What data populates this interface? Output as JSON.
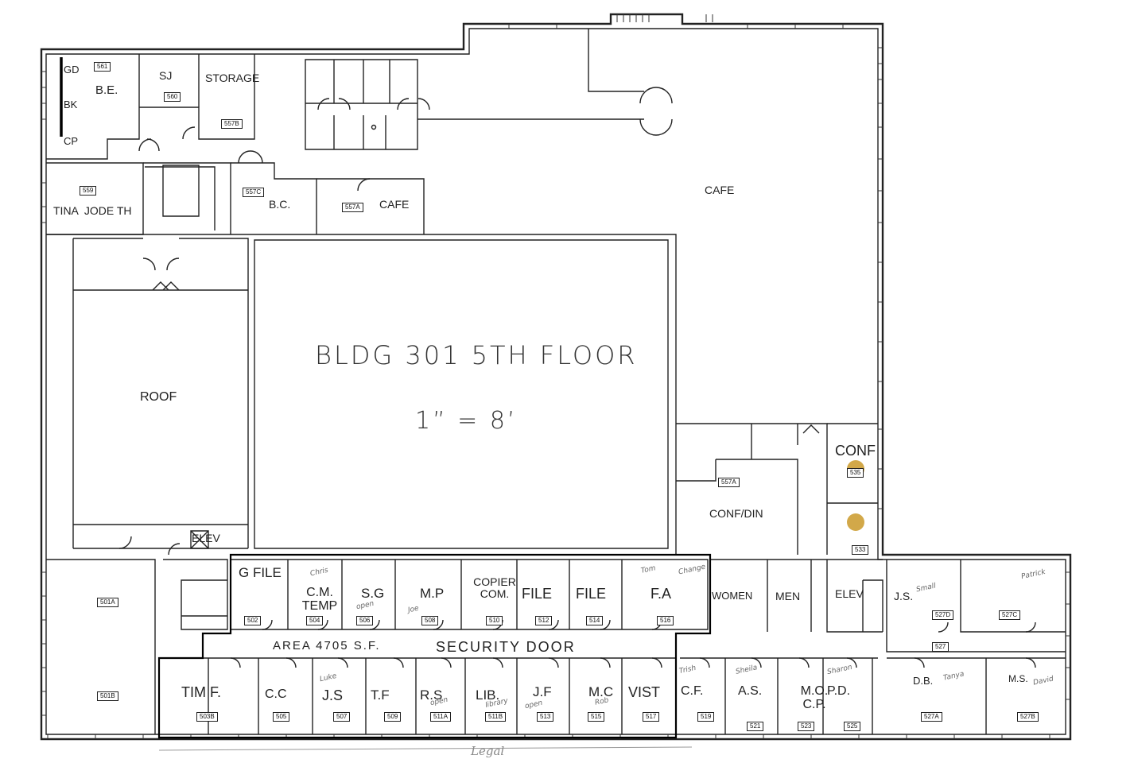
{
  "title": "BLDG 301 5TH FLOOR",
  "scale": "1”  =  8’",
  "area_label": "AREA 4705 S.F.",
  "security_label": "SECURITY DOOR",
  "footer_note": "Legal",
  "rooms": [
    {
      "id": "r561",
      "name": "B.E.",
      "number": "561"
    },
    {
      "id": "r560",
      "name": "SJ",
      "number": "560"
    },
    {
      "id": "r557b",
      "name": "STORAGE",
      "number": "557B"
    },
    {
      "id": "r559",
      "name": "TINA  JODE TH",
      "number": "559"
    },
    {
      "id": "r557c",
      "name": "B.C.",
      "number": "557C"
    },
    {
      "id": "r557a_top",
      "name": "CAFE",
      "number": "557A"
    },
    {
      "id": "cafe_big",
      "name": "CAFE",
      "number": ""
    },
    {
      "id": "roof",
      "name": "ROOF",
      "number": ""
    },
    {
      "id": "r557a_conf",
      "name": "CONF/DIN",
      "number": "557A"
    },
    {
      "id": "r535",
      "name": "CONF",
      "number": "535"
    },
    {
      "id": "r533",
      "name": "",
      "number": "533"
    },
    {
      "id": "elev_left",
      "name": "ELEV",
      "number": ""
    },
    {
      "id": "elev_right",
      "name": "ELEV",
      "number": ""
    },
    {
      "id": "r501a",
      "name": "",
      "number": "501A"
    },
    {
      "id": "r501b",
      "name": "",
      "number": "501B"
    },
    {
      "id": "r502",
      "name": "G FILE",
      "number": "502"
    },
    {
      "id": "r504",
      "name": "C.M. TEMP",
      "number": "504"
    },
    {
      "id": "r506",
      "name": "S.G",
      "number": "506"
    },
    {
      "id": "r508",
      "name": "M.P",
      "number": "508"
    },
    {
      "id": "r510",
      "name": "COPIER COM.",
      "number": "510"
    },
    {
      "id": "r512",
      "name": "FILE",
      "number": "512"
    },
    {
      "id": "r514",
      "name": "FILE",
      "number": "514"
    },
    {
      "id": "r516",
      "name": "F.A",
      "number": "516"
    },
    {
      "id": "women",
      "name": "WOMEN",
      "number": ""
    },
    {
      "id": "men",
      "name": "MEN",
      "number": ""
    },
    {
      "id": "r527d",
      "name": "J.S.",
      "number": "527D"
    },
    {
      "id": "r527c",
      "name": "",
      "number": "527C"
    },
    {
      "id": "r527",
      "name": "",
      "number": "527"
    },
    {
      "id": "r503b",
      "name": "TIM F.",
      "number": "503B"
    },
    {
      "id": "r505",
      "name": "C.C",
      "number": "505"
    },
    {
      "id": "r507",
      "name": "J.S",
      "number": "507"
    },
    {
      "id": "r509",
      "name": "T.F",
      "number": "509"
    },
    {
      "id": "r511a",
      "name": "R.S",
      "number": "511A"
    },
    {
      "id": "r511b",
      "name": "LIB.",
      "number": "511B"
    },
    {
      "id": "r513",
      "name": "J.F",
      "number": "513"
    },
    {
      "id": "r515",
      "name": "M.C",
      "number": "515"
    },
    {
      "id": "r517",
      "name": "VIST",
      "number": "517"
    },
    {
      "id": "r519",
      "name": "C.F.",
      "number": "519"
    },
    {
      "id": "r521",
      "name": "A.S.",
      "number": "521"
    },
    {
      "id": "r523",
      "name": "M.O. C.P.",
      "number": "523"
    },
    {
      "id": "r525",
      "name": "P.D.",
      "number": "525"
    },
    {
      "id": "r527a",
      "name": "D.B.",
      "number": "527A"
    },
    {
      "id": "r527b",
      "name": "M.S.",
      "number": "527B"
    }
  ],
  "side_labels": {
    "gd": "GD",
    "bk": "BK",
    "cp": "CP"
  },
  "handwritten": [
    "Chris",
    "open",
    "Joe",
    "Tom",
    "Change",
    "Small",
    "Patrick",
    "Trish",
    "Sheila",
    "Sharon",
    "open",
    "library",
    "Rob",
    "Luke",
    "open",
    "Tanya",
    "David"
  ],
  "colors": {
    "line": "#222222",
    "stain": "#c7921c",
    "handwriting": "#555555"
  }
}
